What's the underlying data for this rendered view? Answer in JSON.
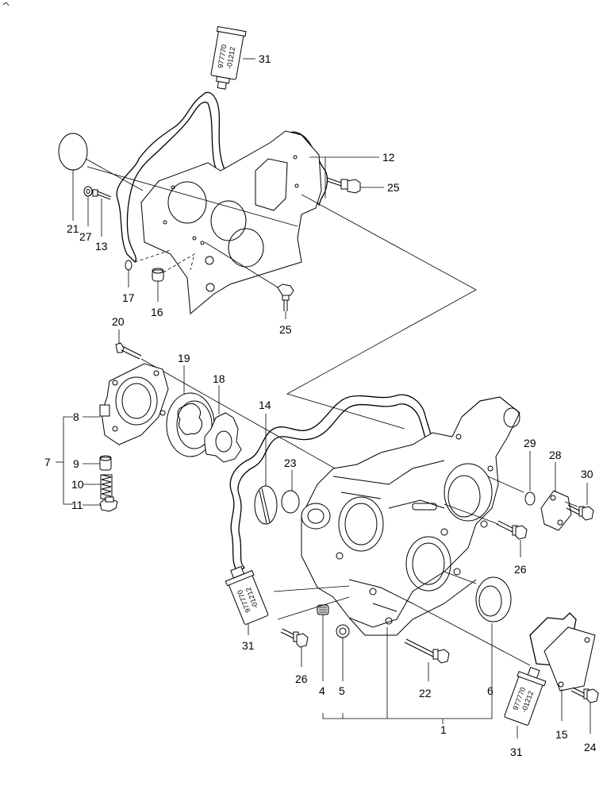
{
  "callouts": {
    "n1": "1",
    "n4": "4",
    "n5": "5",
    "n6": "6",
    "n7": "7",
    "n8": "8",
    "n9": "9",
    "n10": "10",
    "n11": "11",
    "n12": "12",
    "n13": "13",
    "n14": "14",
    "n15": "15",
    "n16": "16",
    "n17": "17",
    "n18": "18",
    "n19": "19",
    "n20": "20",
    "n21": "21",
    "n22": "22",
    "n23": "23",
    "n24": "24",
    "n25a": "25",
    "n25b": "25",
    "n26a": "26",
    "n26b": "26",
    "n27": "27",
    "n28": "28",
    "n29": "29",
    "n30": "30",
    "n31a": "31",
    "n31b": "31",
    "n31c": "31"
  },
  "sealant_tube": {
    "line1": "977770",
    "line2": "-01212"
  }
}
